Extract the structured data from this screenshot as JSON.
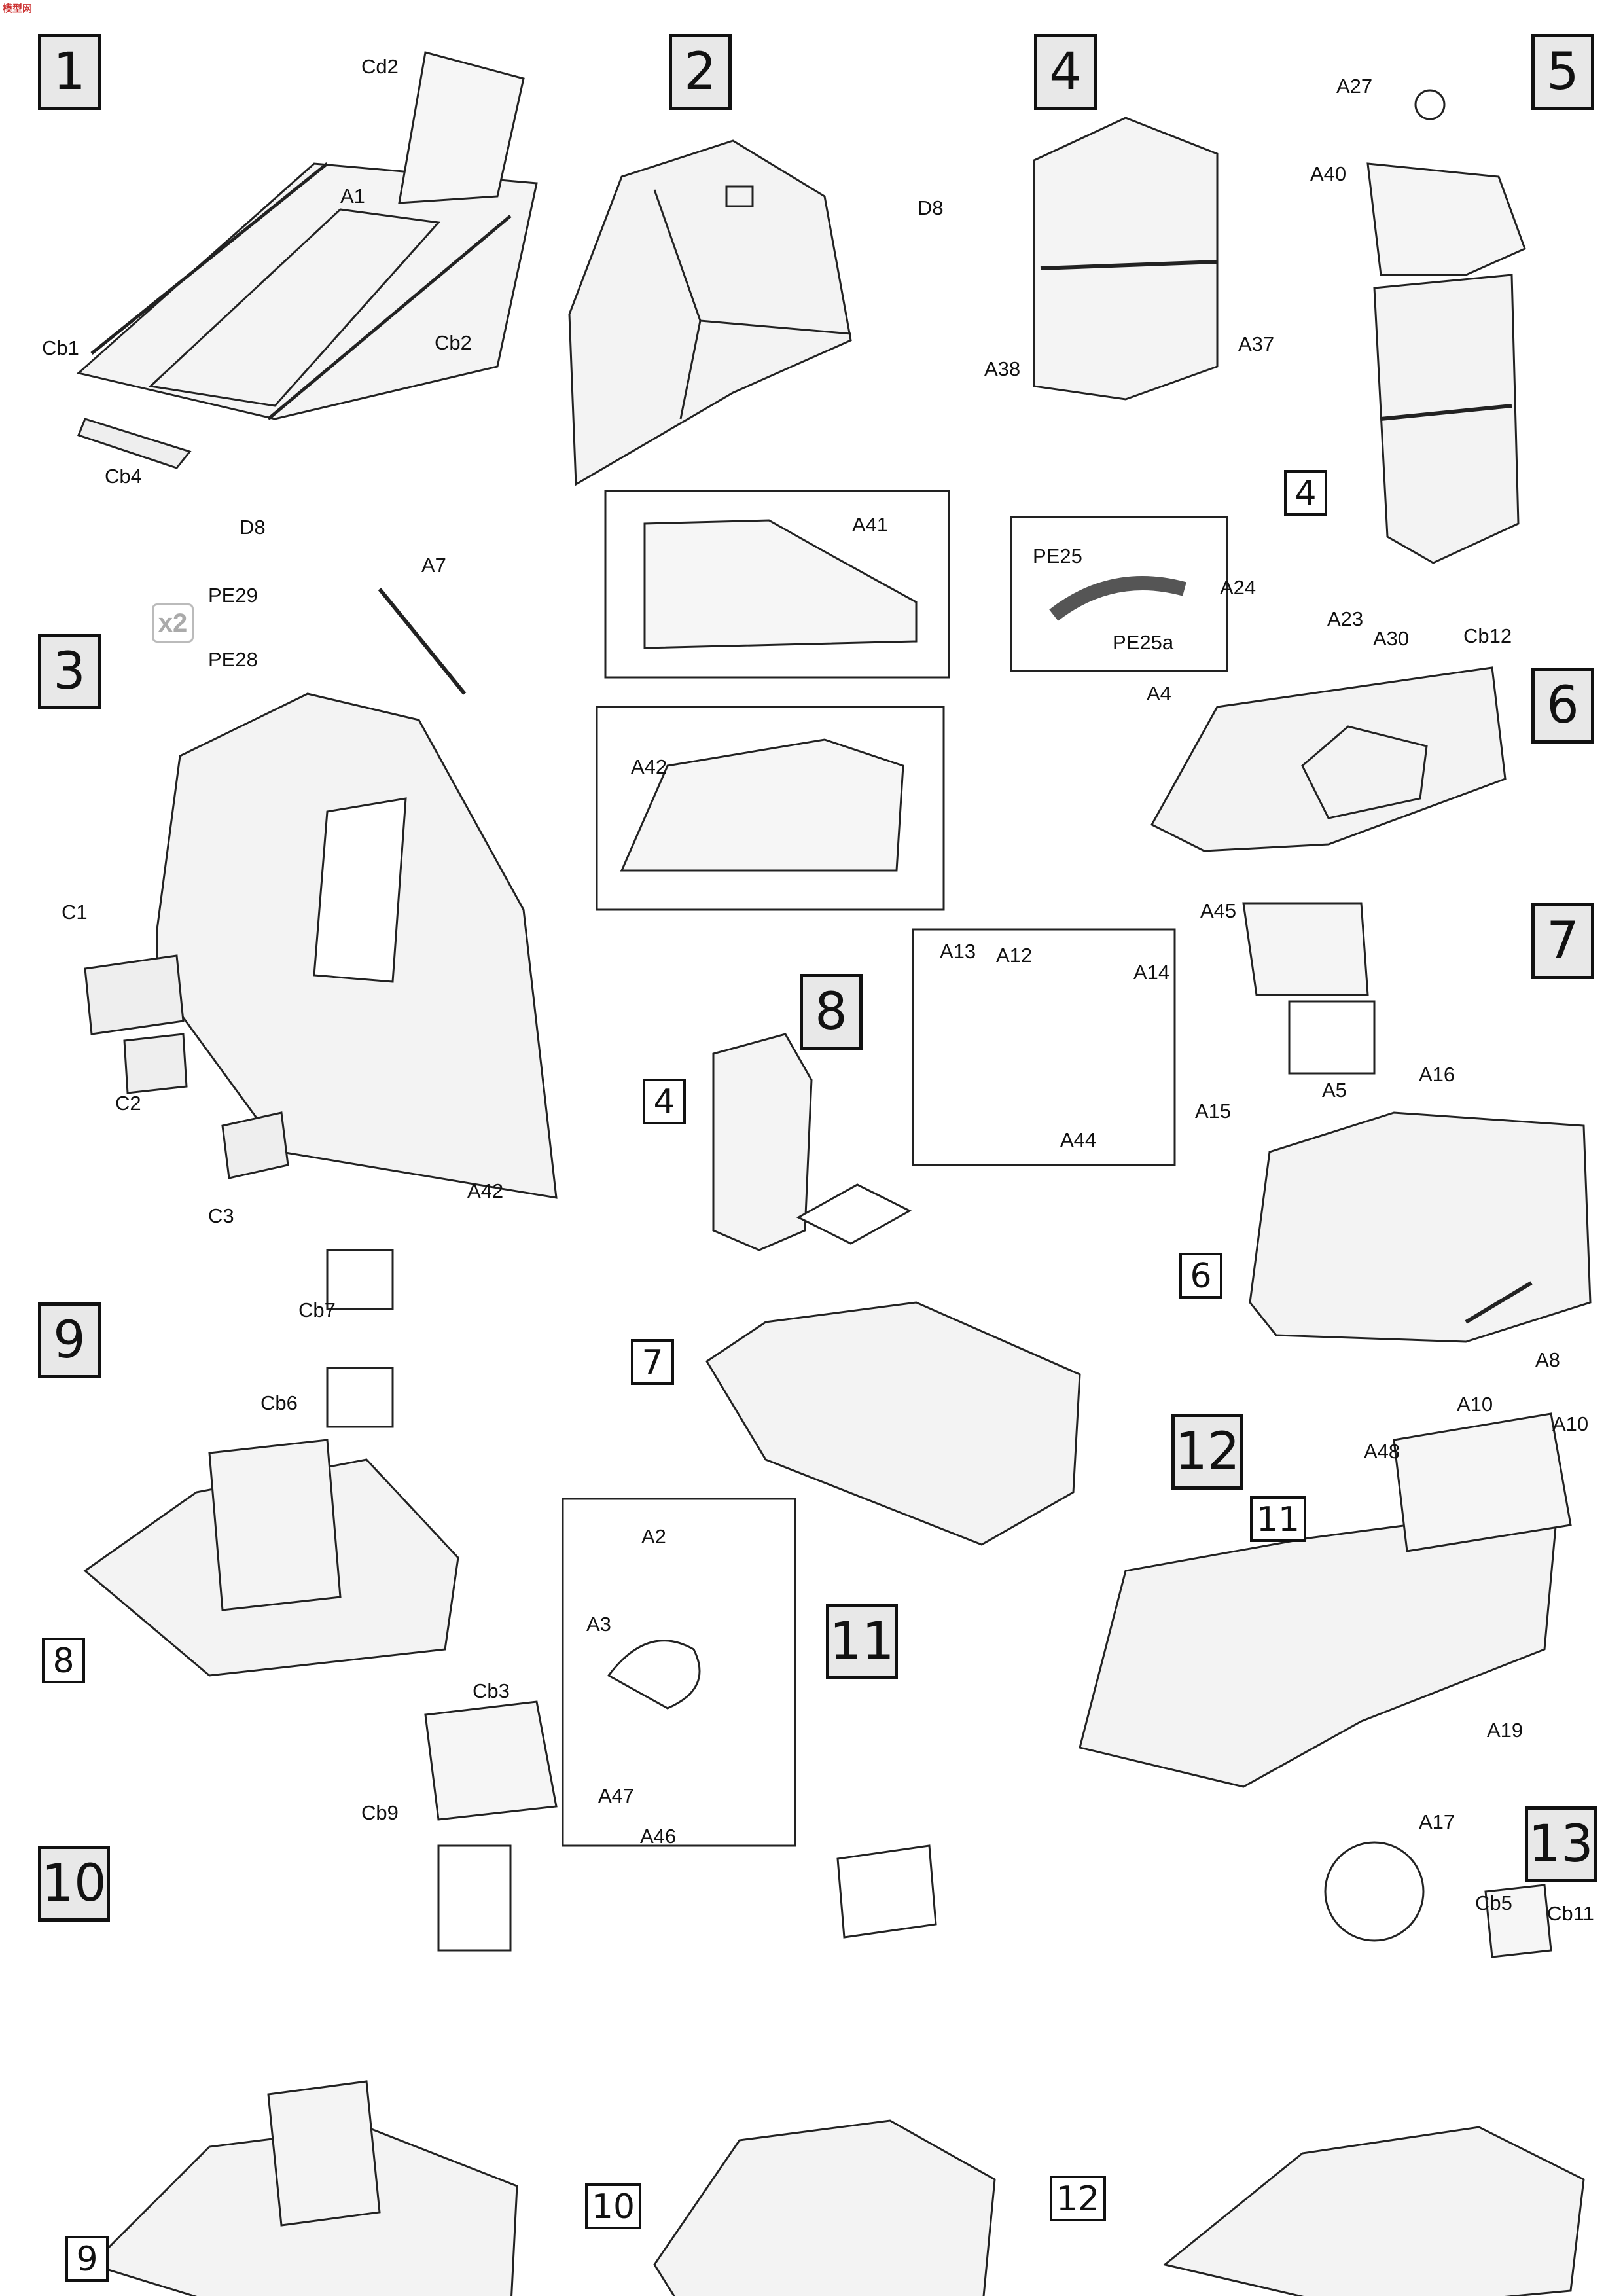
{
  "watermark": "模型网",
  "steps": [
    "1",
    "2",
    "3",
    "4",
    "5",
    "6",
    "7",
    "8",
    "9",
    "10",
    "11",
    "12",
    "13"
  ],
  "refs": [
    "4",
    "6",
    "7",
    "8",
    "9",
    "10",
    "11",
    "12"
  ],
  "x2": "x2",
  "parts": {
    "Cd2": "Cd2",
    "A1": "A1",
    "Cb1": "Cb1",
    "Cb2": "Cb2",
    "Cb4": "Cb4",
    "D8a": "D8",
    "D8b": "D8",
    "A41": "A41",
    "A42a": "A42",
    "A42b": "A42",
    "A38": "A38",
    "A37": "A37",
    "A27": "A27",
    "A40": "A40",
    "PE29": "PE29",
    "PE28": "PE28",
    "A7": "A7",
    "C1": "C1",
    "C2": "C2",
    "C3": "C3",
    "PE25": "PE25",
    "PE25a": "PE25a",
    "A24": "A24",
    "A23": "A23",
    "A30": "A30",
    "Cb12": "Cb12",
    "A4": "A4",
    "A45": "A45",
    "A5": "A5",
    "A15": "A15",
    "A16": "A16",
    "A13": "A13",
    "A12": "A12",
    "A14": "A14",
    "A44": "A44",
    "Cb7": "Cb7",
    "Cb6": "Cb6",
    "A8": "A8",
    "A10a": "A10",
    "A10b": "A10",
    "A48": "A48",
    "A19": "A19",
    "A2": "A2",
    "A3": "A3",
    "A47": "A47",
    "A46": "A46",
    "Cb3": "Cb3",
    "Cb9": "Cb9",
    "A17": "A17",
    "Cb5": "Cb5",
    "Cb11": "Cb11"
  }
}
